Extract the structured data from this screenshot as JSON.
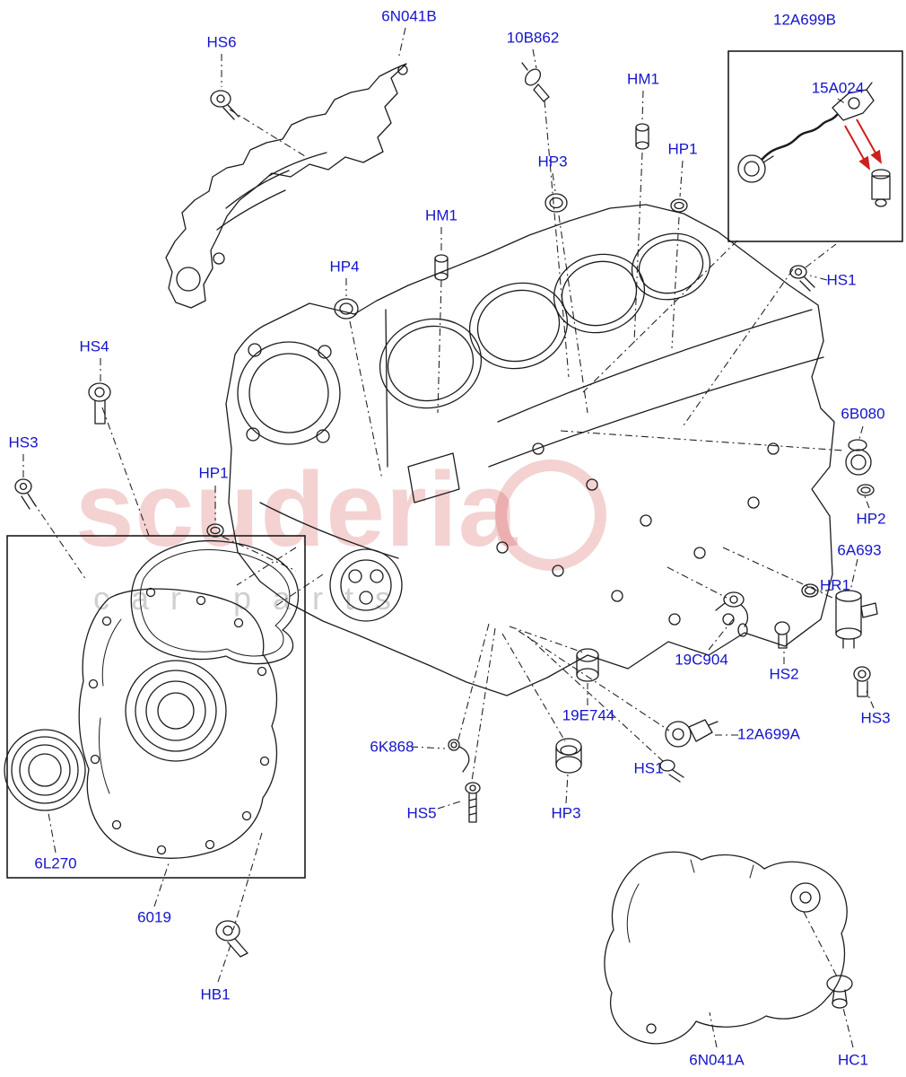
{
  "page": {
    "type": "exploded-parts-diagram",
    "subject": "cylinder block and plugs"
  },
  "colors": {
    "label-blue": "#1414cc",
    "line-dark": "#1c1c1c",
    "accent-red": "#cc2020",
    "watermark-red": "rgba(204,51,51,0.22)",
    "watermark-gray": "rgba(128,128,128,0.38)"
  },
  "watermark": {
    "brand": "scuderia",
    "subtitle": "car parts"
  },
  "labels": {
    "hs6": "HS6",
    "n6041b": "6N041B",
    "b10862": "10B862",
    "a12699b": "12A699B",
    "a15024": "15A024",
    "hm1_top": "HM1",
    "hp3_top": "HP3",
    "hp1_top": "HP1",
    "hm1_mid": "HM1",
    "hp4": "HP4",
    "hs1_right": "HS1",
    "hs4": "HS4",
    "hs3_left": "HS3",
    "hp1_mid": "HP1",
    "b6080": "6B080",
    "hp2": "HP2",
    "a6693": "6A693",
    "hr1": "HR1",
    "c19904": "19C904",
    "hs2": "HS2",
    "hs3_right": "HS3",
    "e19744": "19E744",
    "a12699a": "12A699A",
    "hs1_bottom": "HS1",
    "k6868": "6K868",
    "hs5": "HS5",
    "hp3_bottom": "HP3",
    "l6270": "6L270",
    "c6019": "6019",
    "hb1": "HB1",
    "n6041a": "6N041A",
    "hc1": "HC1"
  }
}
